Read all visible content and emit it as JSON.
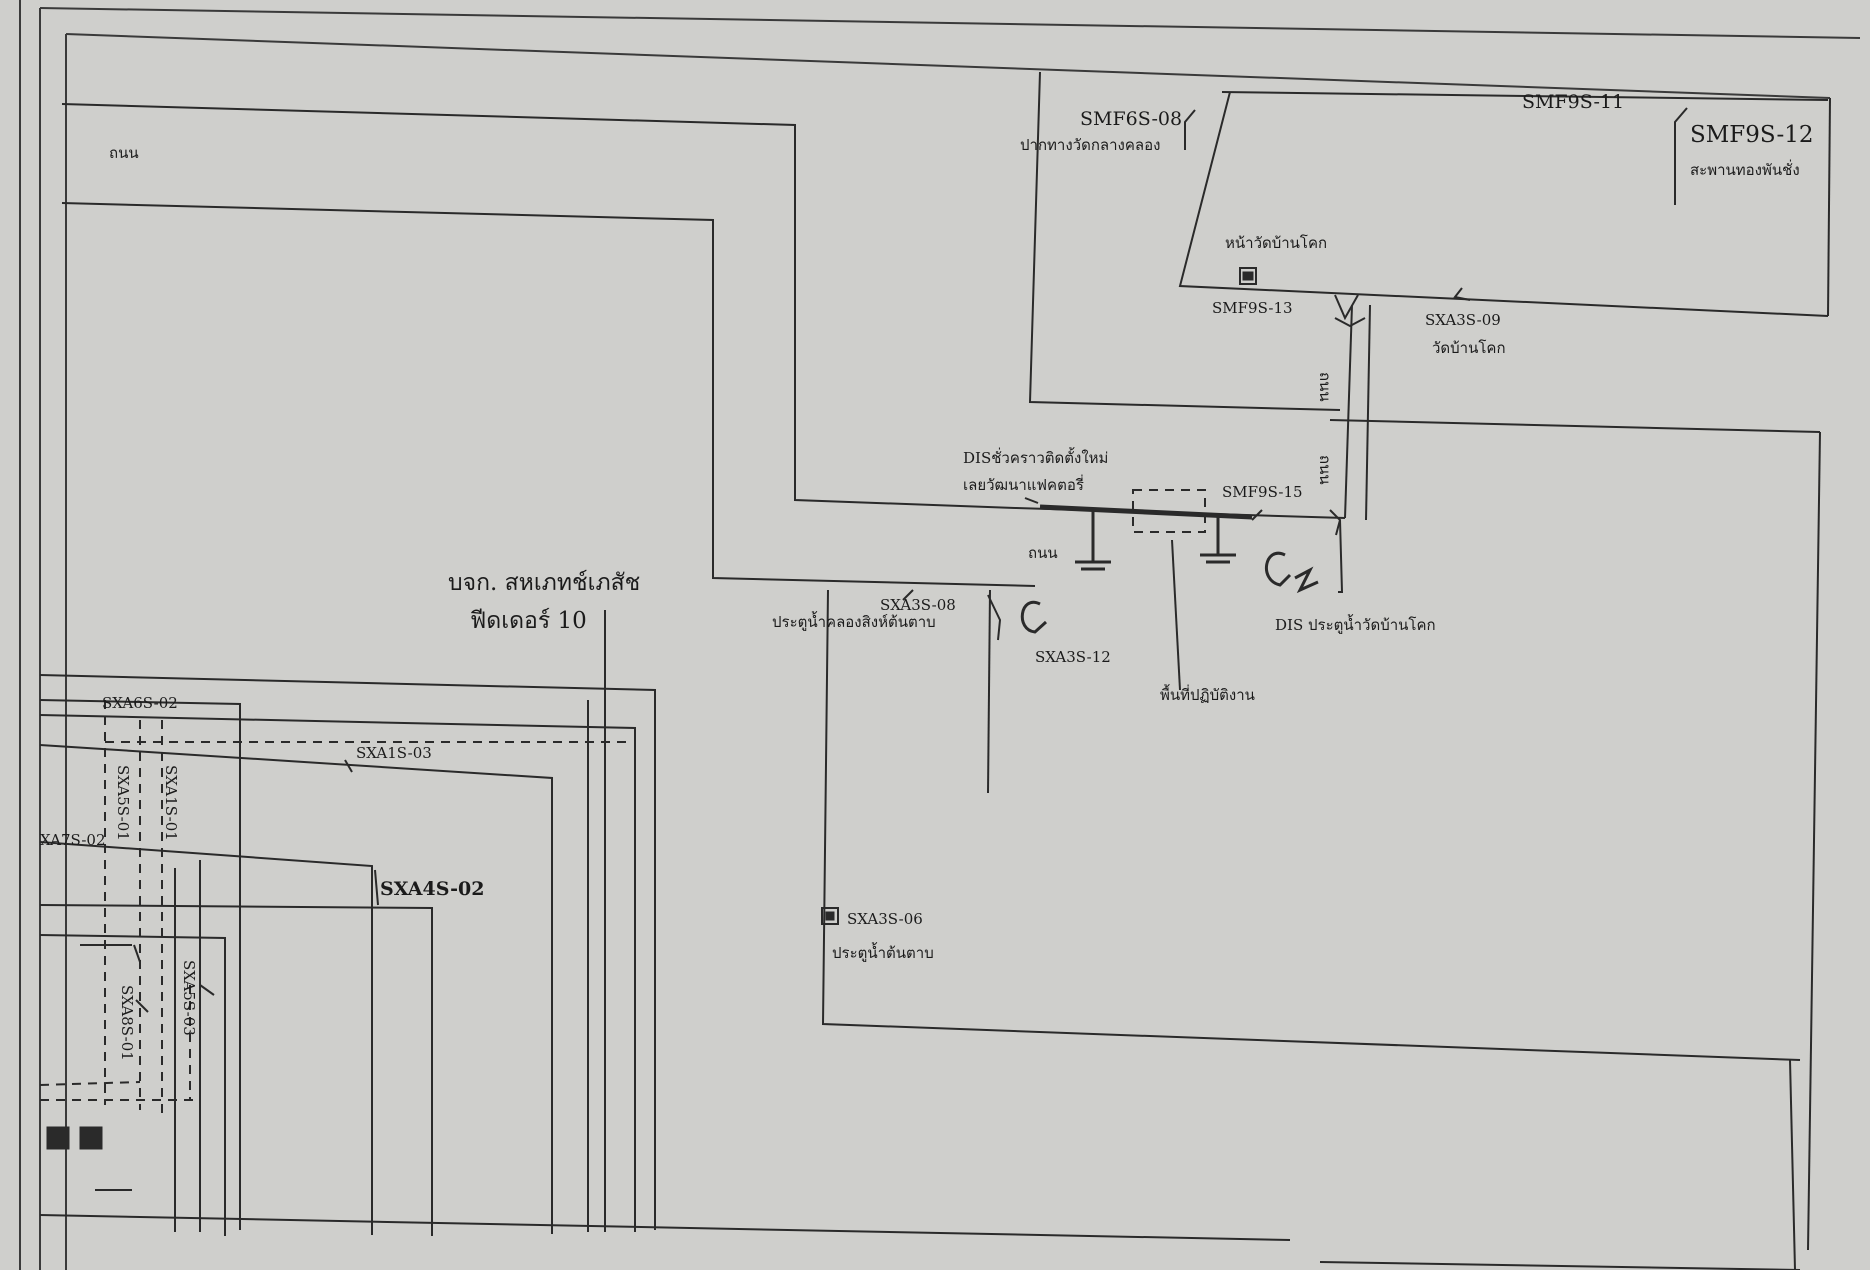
{
  "labels": {
    "road_top_left": "ถนน",
    "smf6s_08": "SMF6S-08",
    "smf6s_08_place": "ปากทางวัดกลางคลอง",
    "smf9s_11": "SMF9S-11",
    "smf9s_12": "SMF9S-12",
    "smf9s_12_place": "สะพานทองพันชั่ง",
    "temple_front": "หน้าวัดบ้านโคก",
    "smf9s_13": "SMF9S-13",
    "sxa3s_09": "SXA3S-09",
    "sxa3s_09_place": "วัดบ้านโคก",
    "road_vertical_1": "ถนน",
    "road_vertical_2": "ถนน",
    "dis_temp_line1": "DISชั่วคราวติดตั้งใหม่",
    "dis_temp_line2": "เลยวัฒนาแฟคตอรี่",
    "smf9s_15": "SMF9S-15",
    "road_mid": "ถนน",
    "g2": "G2",
    "g1": "G1",
    "company_line1": "บจก. สหเภทช์เภสัช",
    "company_line2": "ฟีดเดอร์ 10",
    "sxa3s_08": "SXA3S-08",
    "sxa3s_08_place": "ประตูน้ำคลองสิงห์ต้นตาบ",
    "sxa3s_12": "SXA3S-12",
    "dis_gate": "DIS ประตูน้ำวัดบ้านโคก",
    "work_area": "พื้นที่ปฏิบัติงาน",
    "sxa6s_02": "SXA6S-02",
    "sxa1s_03": "SXA1S-03",
    "sxa5s_01": "SXA5S-01",
    "sxa1s_01": "SXA1S-01",
    "sxa7s_02": "XA7S-02",
    "sxa4s_02": "SXA4S-02",
    "sxa8s_01": "SXA8S-01",
    "sxa5s_03": "SXA5S-03",
    "sxa3s_06": "SXA3S-06",
    "sxa3s_06_place": "ประตูน้ำต้นตาบ"
  },
  "colors": {
    "paper": "#cfcfcc",
    "ink": "#1b1b1b",
    "line": "#2a2a2a"
  }
}
